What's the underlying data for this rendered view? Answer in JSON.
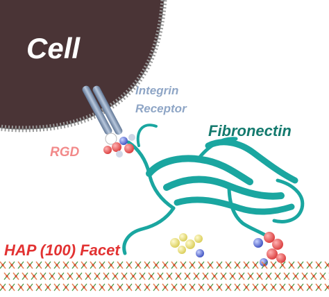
{
  "labels": {
    "cell": "Cell",
    "integrin_line1": "Integrin",
    "integrin_line2": "Receptor",
    "fibronectin": "Fibronectin",
    "rgd": "RGD",
    "hap": "HAP (100) Facet"
  },
  "colors": {
    "cell_fill": "#4a3436",
    "membrane_dot": "#8a8a8a",
    "integrin": "#8fa6c6",
    "fibronectin": "#1aa6a0",
    "rgd_text": "#f28a8a",
    "integrin_text": "#8fa6c6",
    "fibronectin_text": "#147a6e",
    "hap_text": "#e23232",
    "crystal_orange": "#e8845a",
    "crystal_green": "#4f9a4a"
  },
  "icons": {
    "cell": "cell-body",
    "integrin": "integrin-receptor-cylinders",
    "protein": "fibronectin-ribbon",
    "surface": "hap-crystal-lattice"
  }
}
